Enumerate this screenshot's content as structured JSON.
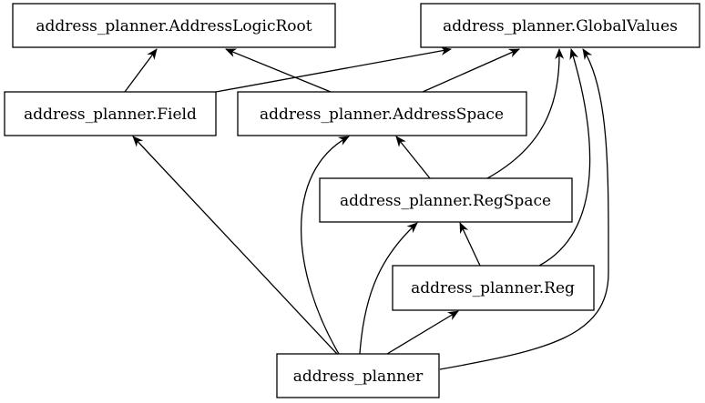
{
  "nodes": [
    {
      "id": "address-logic-root",
      "label": "address_planner.AddressLogicRoot"
    },
    {
      "id": "global-values",
      "label": "address_planner.GlobalValues"
    },
    {
      "id": "field",
      "label": "address_planner.Field"
    },
    {
      "id": "address-space",
      "label": "address_planner.AddressSpace"
    },
    {
      "id": "reg-space",
      "label": "address_planner.RegSpace"
    },
    {
      "id": "reg",
      "label": "address_planner.Reg"
    },
    {
      "id": "address-planner",
      "label": "address_planner"
    }
  ],
  "edges": [
    {
      "from": "field",
      "to": "address-logic-root"
    },
    {
      "from": "field",
      "to": "global-values"
    },
    {
      "from": "address-space",
      "to": "address-logic-root"
    },
    {
      "from": "address-space",
      "to": "global-values"
    },
    {
      "from": "reg-space",
      "to": "address-space"
    },
    {
      "from": "reg-space",
      "to": "global-values"
    },
    {
      "from": "reg",
      "to": "reg-space"
    },
    {
      "from": "reg",
      "to": "global-values"
    },
    {
      "from": "address-planner",
      "to": "field"
    },
    {
      "from": "address-planner",
      "to": "address-space"
    },
    {
      "from": "address-planner",
      "to": "reg-space"
    },
    {
      "from": "address-planner",
      "to": "reg"
    },
    {
      "from": "address-planner",
      "to": "global-values"
    }
  ],
  "colors": {
    "stroke": "#000000",
    "fill": "#ffffff",
    "text": "#000000"
  }
}
